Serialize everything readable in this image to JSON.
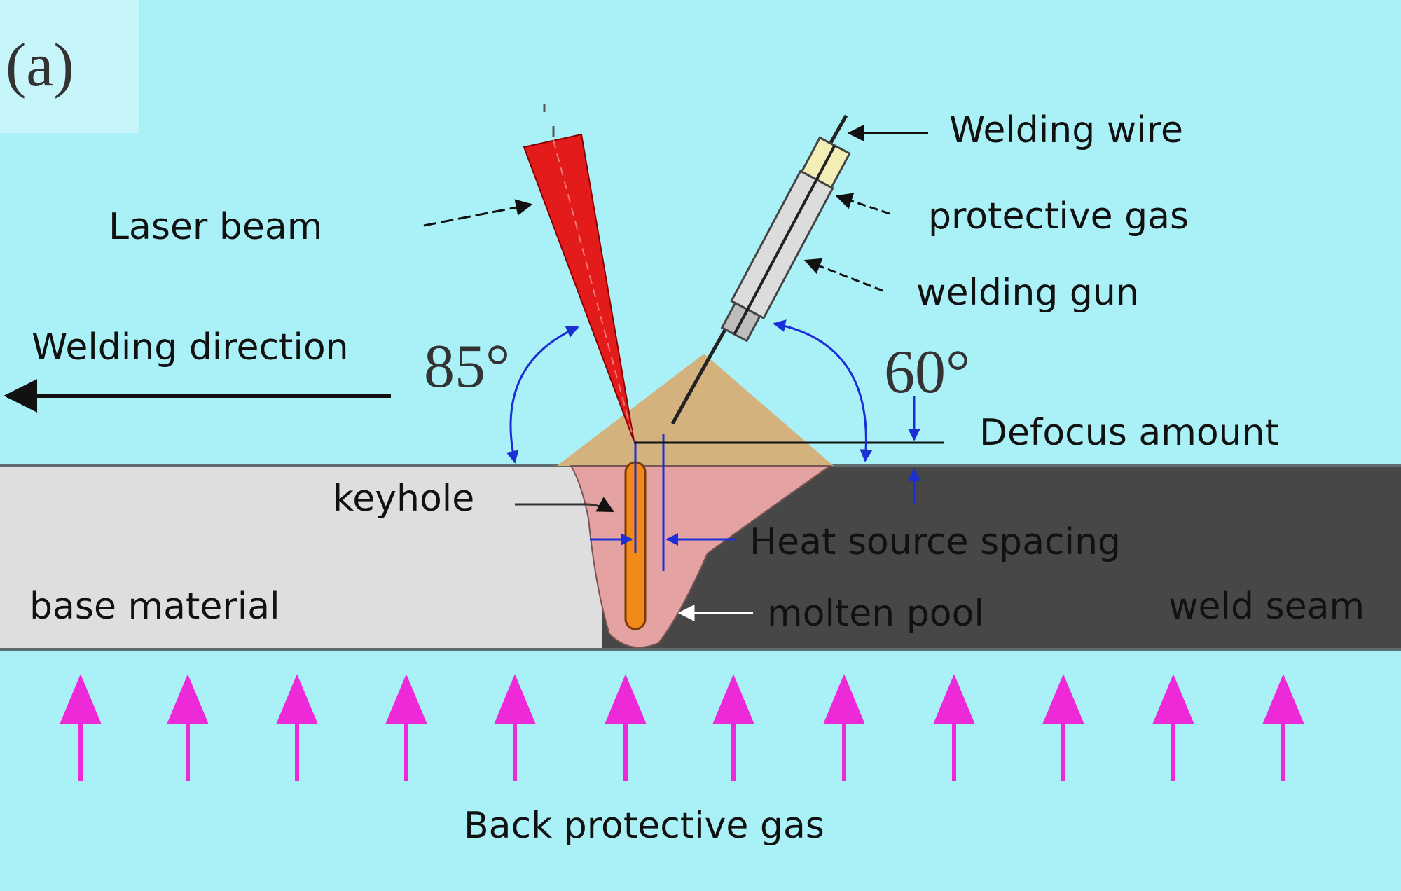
{
  "panel_label": "(a)",
  "labels": {
    "laser_beam": "Laser beam",
    "welding_wire": "Welding wire",
    "protective_gas": "protective gas",
    "welding_gun": "welding gun",
    "welding_direction": "Welding direction",
    "defocus_amount": "Defocus amount",
    "keyhole": "keyhole",
    "heat_source_spacing": "Heat source spacing",
    "base_material": "base material",
    "molten_pool": "molten pool",
    "weld_seam": "weld seam",
    "back_protective_gas": "Back protective gas"
  },
  "angles": {
    "laser_angle": "85°",
    "gun_angle": "60°"
  },
  "colors": {
    "background": "#aaf1f7",
    "base_material": "#dedede",
    "weld_seam": "#474747",
    "laser_beam": "#e31b1b",
    "shielding_gas_cone": "#d4b27d",
    "molten_pool": "#e5a2a2",
    "keyhole": "#f28a1a",
    "angle_arrows": "#1a2fd6",
    "back_gas_arrows": "#ee2ad8"
  }
}
